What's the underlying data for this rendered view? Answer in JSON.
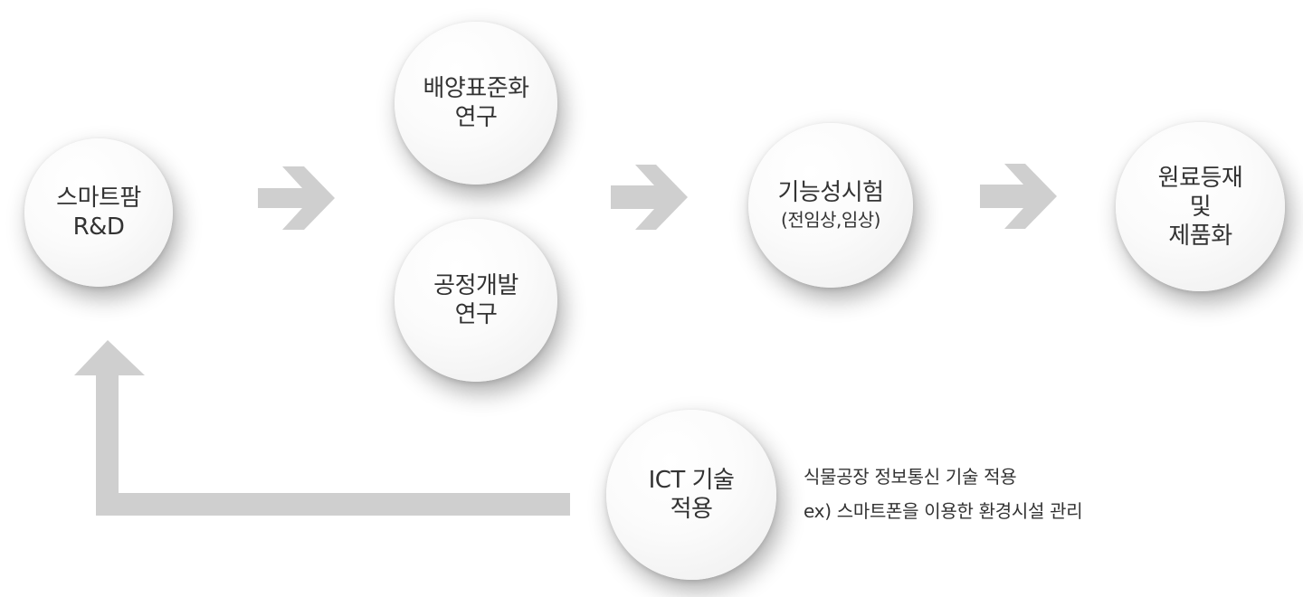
{
  "nodes": {
    "smartfarm": {
      "line1": "스마트팜",
      "line2": "R&D"
    },
    "culture": {
      "line1": "배양표준화",
      "line2": "연구"
    },
    "process": {
      "line1": "공정개발",
      "line2": "연구"
    },
    "test": {
      "line1": "기능성시험",
      "line2": "(전임상,임상)"
    },
    "product": {
      "line1": "원료등재",
      "line2": "및",
      "line3": "제품화"
    },
    "ict": {
      "line1": "ICT 기술",
      "line2": "적용"
    }
  },
  "note": {
    "line1": "식물공장 정보통신 기술 적용",
    "line2": "ex) 스마트폰을 이용한 환경시설 관리"
  },
  "colors": {
    "arrow": "#cfcfcf",
    "text": "#333333"
  }
}
